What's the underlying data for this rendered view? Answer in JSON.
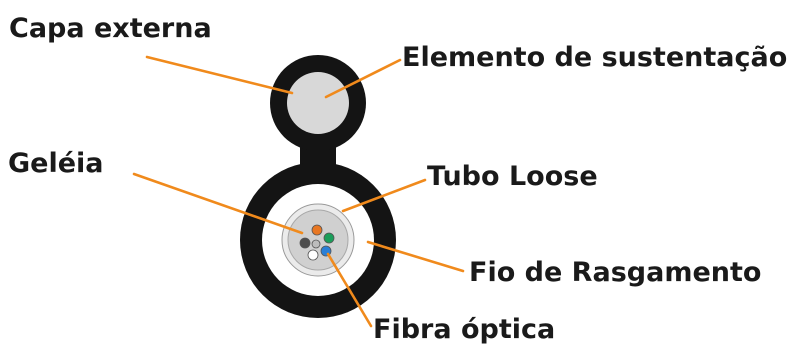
{
  "labels": {
    "outer_jacket": "Capa externa",
    "support_element": "Elemento de sustentação",
    "gel": "Geléia",
    "loose_tube": "Tubo Loose",
    "ripcord": "Fio de Rasgamento",
    "optical_fiber": "Fibra óptica"
  },
  "colors": {
    "leader_line": "#f08a1c",
    "jacket": "#141414",
    "support_core": "#d8d8d8",
    "loose_tube": "#ebebeb",
    "gel": "#d0d0d0",
    "fibers": [
      "#e87722",
      "#1a9e5a",
      "#2a7fd6",
      "#ffffff",
      "#4d4d4d",
      "#bcbcbc"
    ]
  }
}
